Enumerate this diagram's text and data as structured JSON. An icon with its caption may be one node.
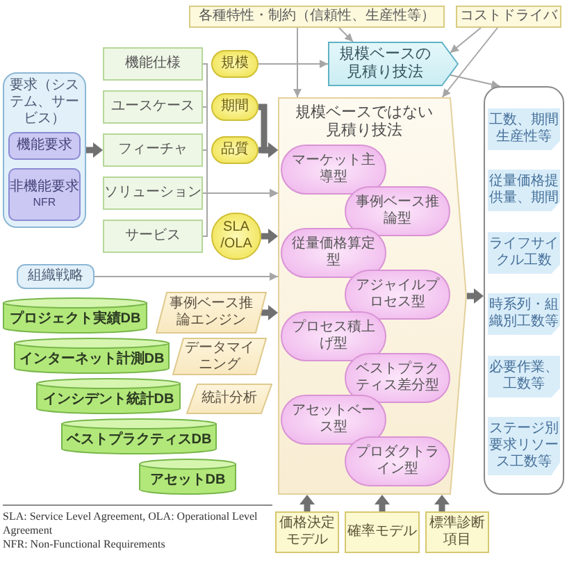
{
  "diagram": {
    "nodes": [
      {
        "text": [
          "各種特性・制約（信頼性、生産性等）"
        ]
      },
      {
        "text": [
          "コストドライバ"
        ]
      },
      {
        "text": [
          "要求（システム、サービス）"
        ]
      },
      {
        "text": [
          "機能要求"
        ],
        "in": 2
      },
      {
        "text": [
          "非機能要求",
          "NFR"
        ],
        "in": 2
      },
      {
        "text": [
          "機能仕様"
        ]
      },
      {
        "text": [
          "ユースケース"
        ]
      },
      {
        "text": [
          "フィーチャ"
        ]
      },
      {
        "text": [
          "ソリューション"
        ]
      },
      {
        "text": [
          "サービス"
        ]
      },
      {
        "text": [
          "規模"
        ]
      },
      {
        "text": [
          "期間"
        ]
      },
      {
        "text": [
          "品質"
        ]
      },
      {
        "text": [
          "SLA /OLA"
        ]
      },
      {
        "text": [
          "規模ベースの見積り技法"
        ]
      },
      {
        "text": [
          "規模ベースではない見積り技法"
        ]
      },
      {
        "text": [
          "マーケット主導型"
        ],
        "in": 15
      },
      {
        "text": [
          "事例ベース推論型"
        ],
        "in": 15
      },
      {
        "text": [
          "従量価格算定型"
        ],
        "in": 15
      },
      {
        "text": [
          "アジャイルプロセス型"
        ],
        "in": 15
      },
      {
        "text": [
          "プロセス積上げ型"
        ],
        "in": 15
      },
      {
        "text": [
          "ベストプラクティス差分型"
        ],
        "in": 15
      },
      {
        "text": [
          "アセットベース型"
        ],
        "in": 15
      },
      {
        "text": [
          "プロダクトライン型"
        ],
        "in": 15
      },
      {
        "text": [],
        "shape": "box"
      },
      {
        "text": [
          "工数、期間生産性等"
        ],
        "in": 24
      },
      {
        "text": [
          "従量価格提供量、期間"
        ],
        "in": 24
      },
      {
        "text": [
          "ライフサイクル工数"
        ],
        "in": 24
      },
      {
        "text": [
          "時系列・組織別工数等"
        ],
        "in": 24
      },
      {
        "text": [
          "必要作業、工数等"
        ],
        "in": 24
      },
      {
        "text": [
          "ステージ別要求リソース工数等"
        ],
        "in": 24
      },
      {
        "text": [
          "組織戦略"
        ]
      },
      {
        "text": [
          "プロジェクト実績DB"
        ]
      },
      {
        "text": [
          "事例ベース推論エンジン"
        ]
      },
      {
        "text": [
          "インターネット計測DB"
        ]
      },
      {
        "text": [
          "データマイニング"
        ]
      },
      {
        "text": [
          "インシデント統計DB"
        ]
      },
      {
        "text": [
          "統計分析"
        ]
      },
      {
        "text": [
          "ベストプラクティスDB"
        ]
      },
      {
        "text": [
          "アセットDB"
        ]
      },
      {
        "text": [
          "価格決定モデル"
        ]
      },
      {
        "text": [
          "確率モデル"
        ]
      },
      {
        "text": [
          "標準診断項目"
        ]
      }
    ],
    "edges": [
      {
        "from": 2,
        "to": 7,
        "arrow": "to",
        "style": "thick"
      },
      {
        "from": 5,
        "to": 15,
        "arrow": "to"
      },
      {
        "from": 6,
        "to": 15,
        "arrow": "to"
      },
      {
        "from": 7,
        "to": 15,
        "arrow": "to"
      },
      {
        "from": 8,
        "to": 15,
        "arrow": "to"
      },
      {
        "from": 9,
        "to": 15,
        "arrow": "to"
      },
      {
        "from": 10,
        "to": 14,
        "arrow": "to"
      },
      {
        "from": 11,
        "to": 15,
        "arrow": "to",
        "style": "thick"
      },
      {
        "from": 12,
        "to": 15,
        "arrow": "to",
        "style": "thick"
      },
      {
        "from": 13,
        "to": 15,
        "arrow": "to",
        "style": "thick"
      },
      {
        "from": 0,
        "to": 14,
        "arrow": "to"
      },
      {
        "from": 0,
        "to": 15,
        "arrow": "to"
      },
      {
        "from": 1,
        "to": 14,
        "arrow": "to"
      },
      {
        "from": 1,
        "to": 15,
        "arrow": "to"
      },
      {
        "from": 14,
        "to": 24,
        "arrow": "to"
      },
      {
        "from": 15,
        "to": 24,
        "arrow": "to",
        "style": "thick"
      },
      {
        "from": 31,
        "to": 15,
        "arrow": "to"
      },
      {
        "from": 33,
        "to": 15,
        "arrow": "to",
        "style": "thick"
      },
      {
        "from": 40,
        "to": 15,
        "arrow": "to",
        "style": "thick"
      },
      {
        "from": 41,
        "to": 15,
        "arrow": "to",
        "style": "thick"
      },
      {
        "from": 42,
        "to": 15,
        "arrow": "to",
        "style": "thick"
      }
    ],
    "labels": [
      "SLA: Service Level Agreement, OLA: Operational Level Agreement",
      "NFR: Non-Functional Requirements"
    ]
  }
}
